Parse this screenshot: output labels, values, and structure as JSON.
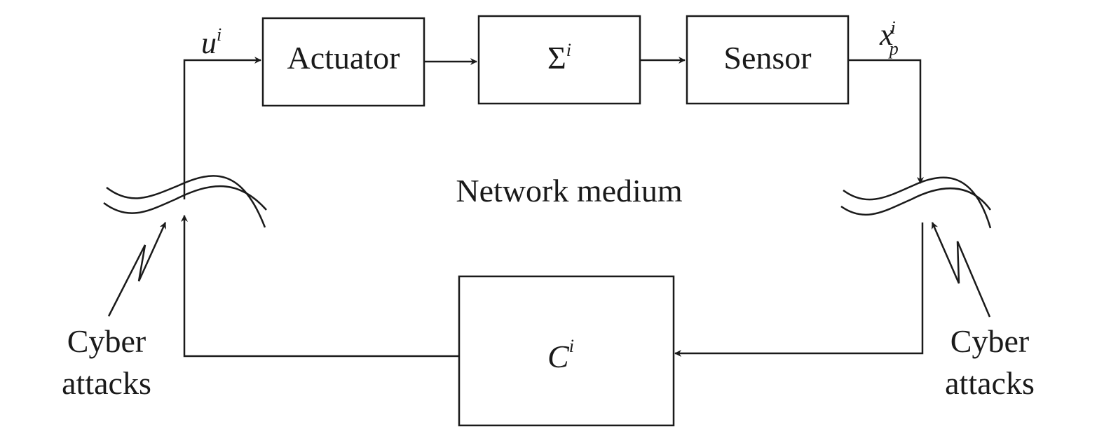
{
  "blocks": {
    "actuator": "Actuator",
    "sigma": {
      "base": "Σ",
      "sup": "i"
    },
    "sensor": "Sensor",
    "controller": {
      "base": "C",
      "sup": "i"
    }
  },
  "signals": {
    "input": {
      "base": "u",
      "sup": "i"
    },
    "output": {
      "base": "x",
      "sup": "i",
      "sub": "p"
    }
  },
  "network_label": "Network medium",
  "attacks": {
    "left": {
      "line1": "Cyber",
      "line2": "attacks"
    },
    "right": {
      "line1": "Cyber",
      "line2": "attacks"
    }
  }
}
